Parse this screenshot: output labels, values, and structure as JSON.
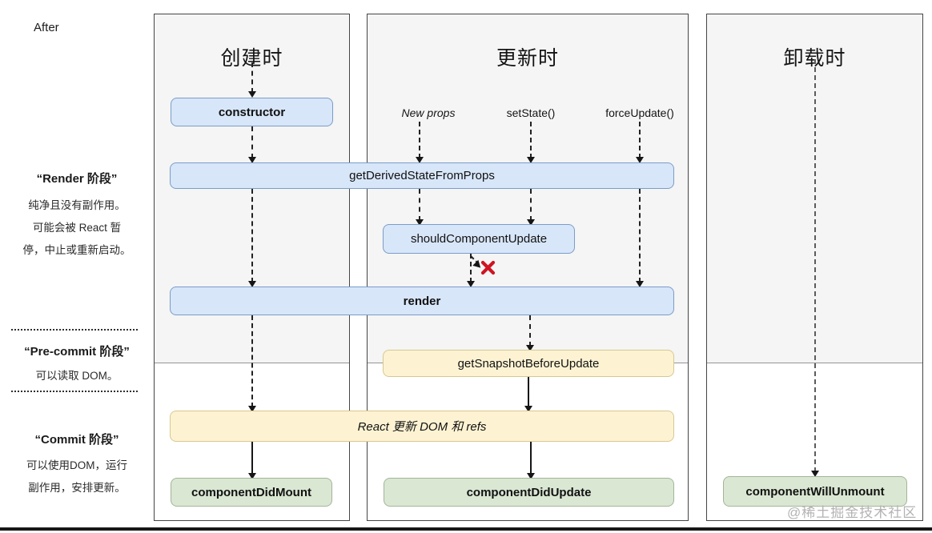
{
  "page": {
    "after_label": "After",
    "watermark": "@稀土掘金技术社区"
  },
  "columns": [
    {
      "title": "创建时"
    },
    {
      "title": "更新时"
    },
    {
      "title": "卸载时"
    }
  ],
  "phases": [
    {
      "title": "“Render 阶段”",
      "lines": [
        "纯净且没有副作用。",
        "可能会被 React 暂",
        "停，中止或重新启动。"
      ]
    },
    {
      "title": "“Pre-commit 阶段”",
      "lines": [
        "可以读取 DOM。"
      ]
    },
    {
      "title": "“Commit 阶段”",
      "lines": [
        "可以使用DOM，运行",
        "副作用，安排更新。"
      ]
    }
  ],
  "triggers": [
    "New props",
    "setState()",
    "forceUpdate()"
  ],
  "boxes": {
    "constructor": "constructor",
    "get_derived": "getDerivedStateFromProps",
    "should_update": "shouldComponentUpdate",
    "render": "render",
    "get_snapshot": "getSnapshotBeforeUpdate",
    "react_updates": "React 更新 DOM 和 refs",
    "did_mount": "componentDidMount",
    "did_update": "componentDidUpdate",
    "will_unmount": "componentWillUnmount"
  },
  "icons": {
    "abort_x": "cancel-x"
  },
  "colors": {
    "box_blue_bg": "#d8e6f9",
    "box_blue_border": "#7b9cc9",
    "box_yellow_bg": "#fdf3d3",
    "box_yellow_border": "#d8c88e",
    "box_green_bg": "#dae7d3",
    "box_green_border": "#a3b598",
    "abort_x_red": "#cf1322",
    "panel_shade": "#f4f5f4",
    "watermark_gray": "#b3b3b3"
  }
}
